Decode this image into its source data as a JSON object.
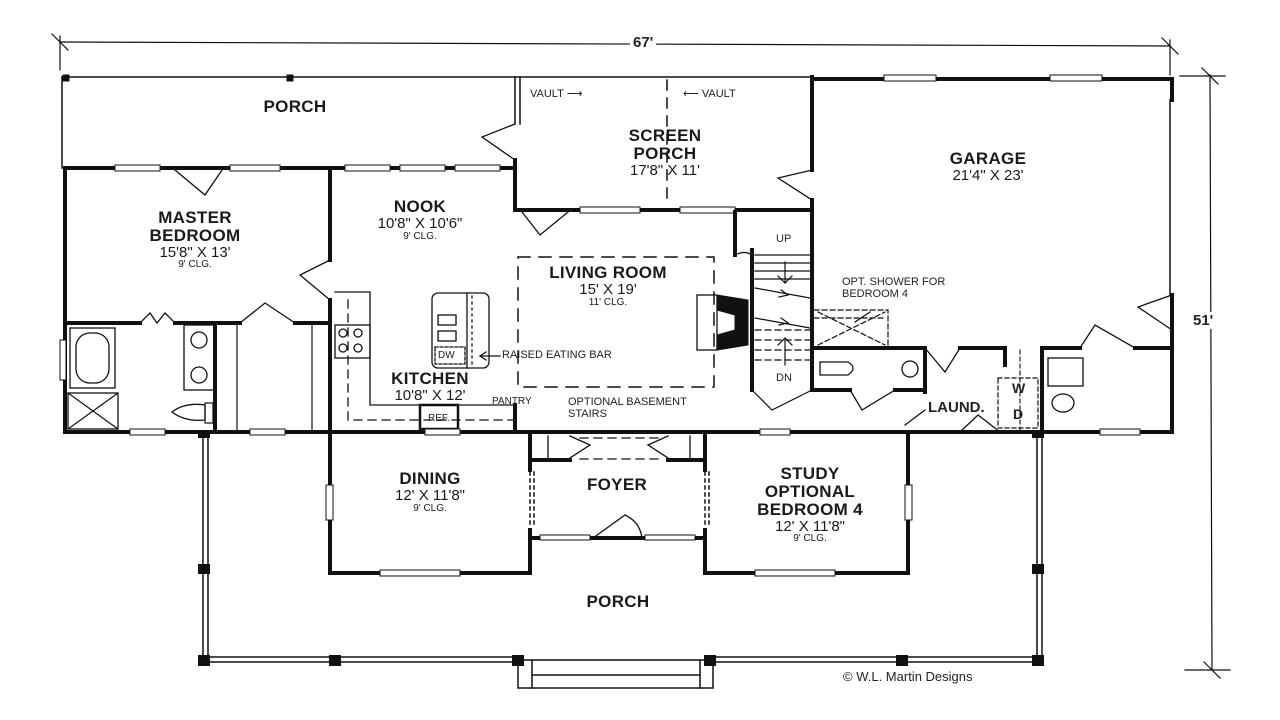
{
  "plan": {
    "overall_width": "67'",
    "overall_depth": "51'",
    "copyright": "© W.L. Martin Designs"
  },
  "rooms": {
    "porch_rear": {
      "name": "PORCH"
    },
    "screen_porch": {
      "name_1": "SCREEN",
      "name_2": "PORCH",
      "size": "17'8\" X 11'",
      "vault_left": "VAULT",
      "vault_right": "VAULT"
    },
    "garage": {
      "name": "GARAGE",
      "size": "21'4\" X 23'"
    },
    "master_bedroom": {
      "name_1": "MASTER",
      "name_2": "BEDROOM",
      "size": "15'8\" X 13'",
      "ceiling": "9' CLG."
    },
    "nook": {
      "name": "NOOK",
      "size": "10'8\" X 10'6\"",
      "ceiling": "9' CLG."
    },
    "living_room": {
      "name": "LIVING ROOM",
      "size": "15' X 19'",
      "ceiling": "11' CLG."
    },
    "kitchen": {
      "name": "KITCHEN",
      "size": "10'8\" X 12'"
    },
    "dining": {
      "name": "DINING",
      "size": "12' X 11'8\"",
      "ceiling": "9' CLG."
    },
    "foyer": {
      "name": "FOYER"
    },
    "study": {
      "name_1": "STUDY",
      "name_2": "OPTIONAL",
      "name_3": "BEDROOM 4",
      "size": "12' X 11'8\"",
      "ceiling": "9' CLG."
    },
    "laundry": {
      "name": "LAUND.",
      "washer": "W",
      "dryer": "D"
    },
    "porch_front": {
      "name": "PORCH"
    }
  },
  "notes": {
    "raised_eating_bar": "RAISED EATING BAR",
    "dishwasher": "DW",
    "refrigerator": "REF.",
    "pantry": "PANTRY",
    "basement_stairs_1": "OPTIONAL BASEMENT",
    "basement_stairs_2": "STAIRS",
    "stairs_up": "UP",
    "stairs_down": "DN",
    "opt_shower_1": "OPT. SHOWER FOR",
    "opt_shower_2": "BEDROOM 4"
  }
}
